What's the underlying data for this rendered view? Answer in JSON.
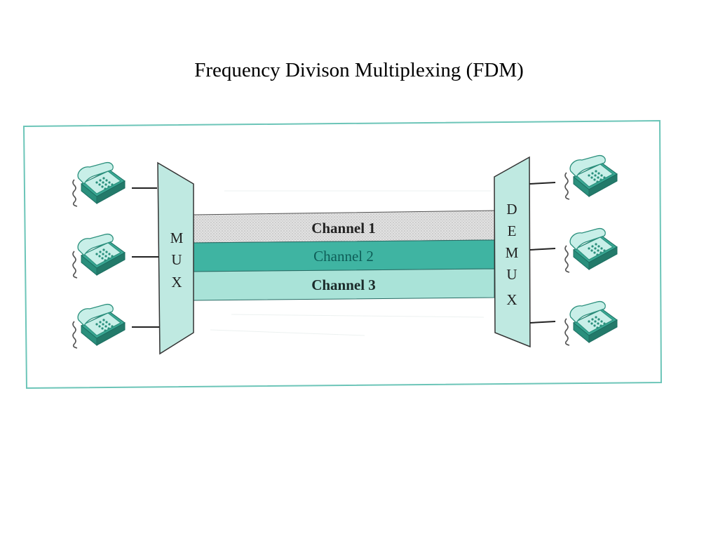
{
  "slide": {
    "title": "Frequency Divison Multiplexing (FDM)"
  },
  "diagram": {
    "mux_letters": [
      "M",
      "U",
      "X"
    ],
    "demux_letters": [
      "D",
      "E",
      "M",
      "U",
      "X"
    ],
    "channels": [
      {
        "label": "Channel 1",
        "fill": "#dadada",
        "text_color": "#222222",
        "bold": true
      },
      {
        "label": "Channel 2",
        "fill": "#3fb4a2",
        "text_color": "#0e5e58",
        "bold": false
      },
      {
        "label": "Channel 3",
        "fill": "#a9e3d8",
        "text_color": "#1b2a2a",
        "bold": true
      }
    ],
    "phones_left": [
      "telephone-icon",
      "telephone-icon",
      "telephone-icon"
    ],
    "phones_right": [
      "telephone-icon",
      "telephone-icon",
      "telephone-icon"
    ],
    "colors": {
      "frame": "#6cc5b8",
      "device_fill": "#bfe9e1",
      "phone_body": "#3aa894",
      "phone_top": "#c8efe8"
    }
  }
}
